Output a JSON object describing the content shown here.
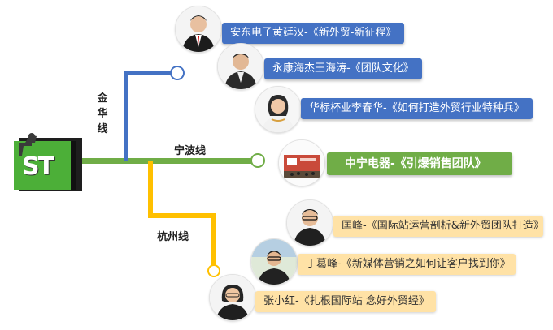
{
  "logo": {
    "text": "ST"
  },
  "lines": {
    "jinhua": {
      "name": "金华线",
      "chars": [
        "金",
        "华",
        "线"
      ],
      "color": "#4472c4"
    },
    "ningbo": {
      "name": "宁波线",
      "color": "#70ad47"
    },
    "hangzhou": {
      "name": "杭州线",
      "color": "#ffc000"
    }
  },
  "speakers": {
    "jinhua": [
      {
        "label": "安东电子黄廷汉-《新外贸-新征程》"
      },
      {
        "label": "永康海杰王海涛-《团队文化》"
      },
      {
        "label": "华标杯业李春华-《如何打造外贸行业特种兵》"
      }
    ],
    "ningbo": [
      {
        "label": "中宁电器-《引爆销售团队》"
      }
    ],
    "hangzhou": [
      {
        "label": "匡峰-《国际站运营剖析&新外贸团队打造》"
      },
      {
        "label": "丁葛峰-《新媒体营销之如何让客户找到你》"
      },
      {
        "label": "张小红-《扎根国际站 念好外贸经》"
      }
    ]
  }
}
